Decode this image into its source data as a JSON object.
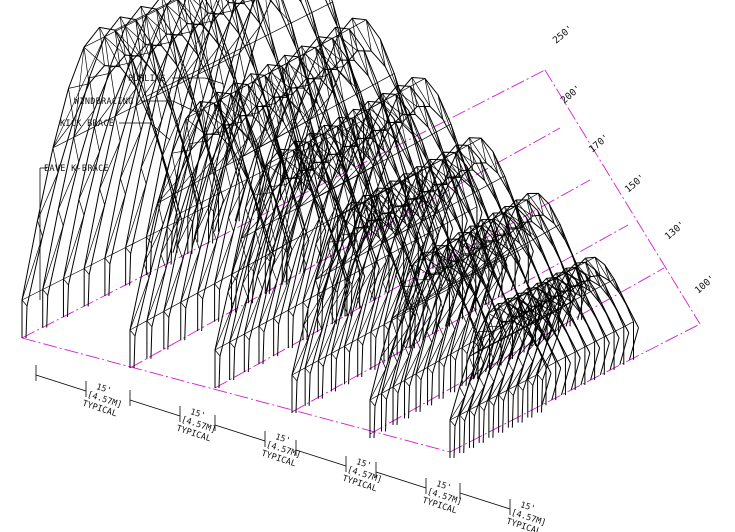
{
  "callouts": {
    "purlins": "PURLINS",
    "windbracing": "WINDBRACING",
    "kick_brace": "KICK BRACE",
    "eave_k_brace": "EAVE K-BRACE"
  },
  "span_labels": [
    "250'",
    "200'",
    "170'",
    "150'",
    "130'",
    "100'"
  ],
  "bay_dimension": {
    "feet": "15'",
    "metric": "[4.57M]",
    "note": "TYPICAL"
  },
  "colors": {
    "structure": "#000000",
    "centerline": "#d21fd2",
    "background": "#ffffff"
  }
}
